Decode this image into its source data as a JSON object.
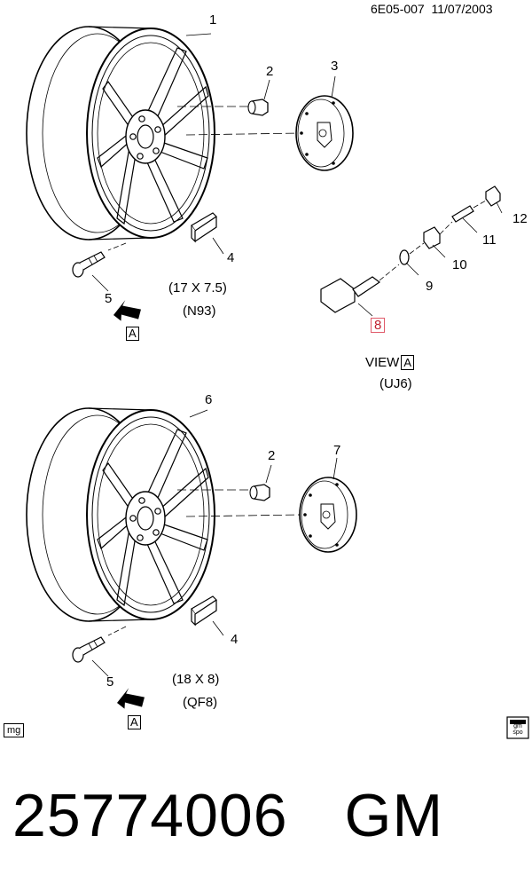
{
  "header": {
    "code": "6E05-007",
    "date": "11/07/2003"
  },
  "top_wheel": {
    "callouts": {
      "wheel": "1",
      "nut": "2",
      "cap": "3",
      "weight": "4",
      "stud": "5"
    },
    "size": "(17 X 7.5)",
    "option": "(N93)",
    "view_marker": "A"
  },
  "view_a": {
    "title": "VIEW",
    "marker": "A",
    "option": "(UJ6)",
    "callouts": {
      "sensor": "8",
      "grommet": "9",
      "nut": "10",
      "core": "11",
      "cap": "12"
    }
  },
  "bottom_wheel": {
    "callouts": {
      "wheel": "6",
      "nut": "2",
      "cap": "7",
      "weight": "4",
      "stud": "5"
    },
    "size": "(18 X 8)",
    "option": "(QF8)",
    "view_marker": "A"
  },
  "footer": {
    "mg_tag": "mg",
    "logo_text": "gm spo",
    "part_number": "25774006",
    "brand": "GM"
  },
  "colors": {
    "highlight": "#e05a6a"
  }
}
